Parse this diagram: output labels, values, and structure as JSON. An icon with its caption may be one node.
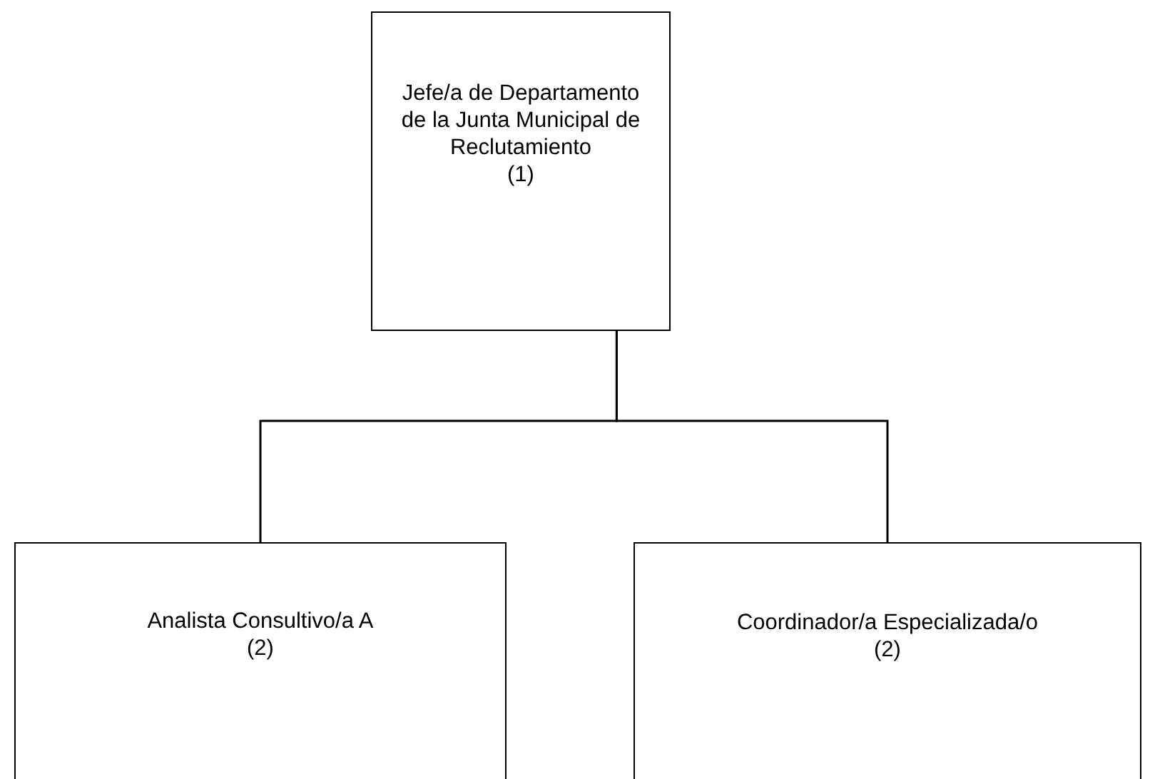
{
  "diagram": {
    "nodes": [
      {
        "text": [
          "Jefe/a de Departamento de la Junta Municipal de Reclutamiento",
          "(1)"
        ]
      },
      {
        "text": [
          "Analista Consultivo/a A",
          "(2)"
        ]
      },
      {
        "text": [
          "Coordinador/a Especializada/o",
          "(2)"
        ]
      }
    ],
    "edges": [
      {
        "from": 0,
        "to": 1,
        "arrow": "none"
      },
      {
        "from": 0,
        "to": 2,
        "arrow": "none"
      }
    ]
  }
}
